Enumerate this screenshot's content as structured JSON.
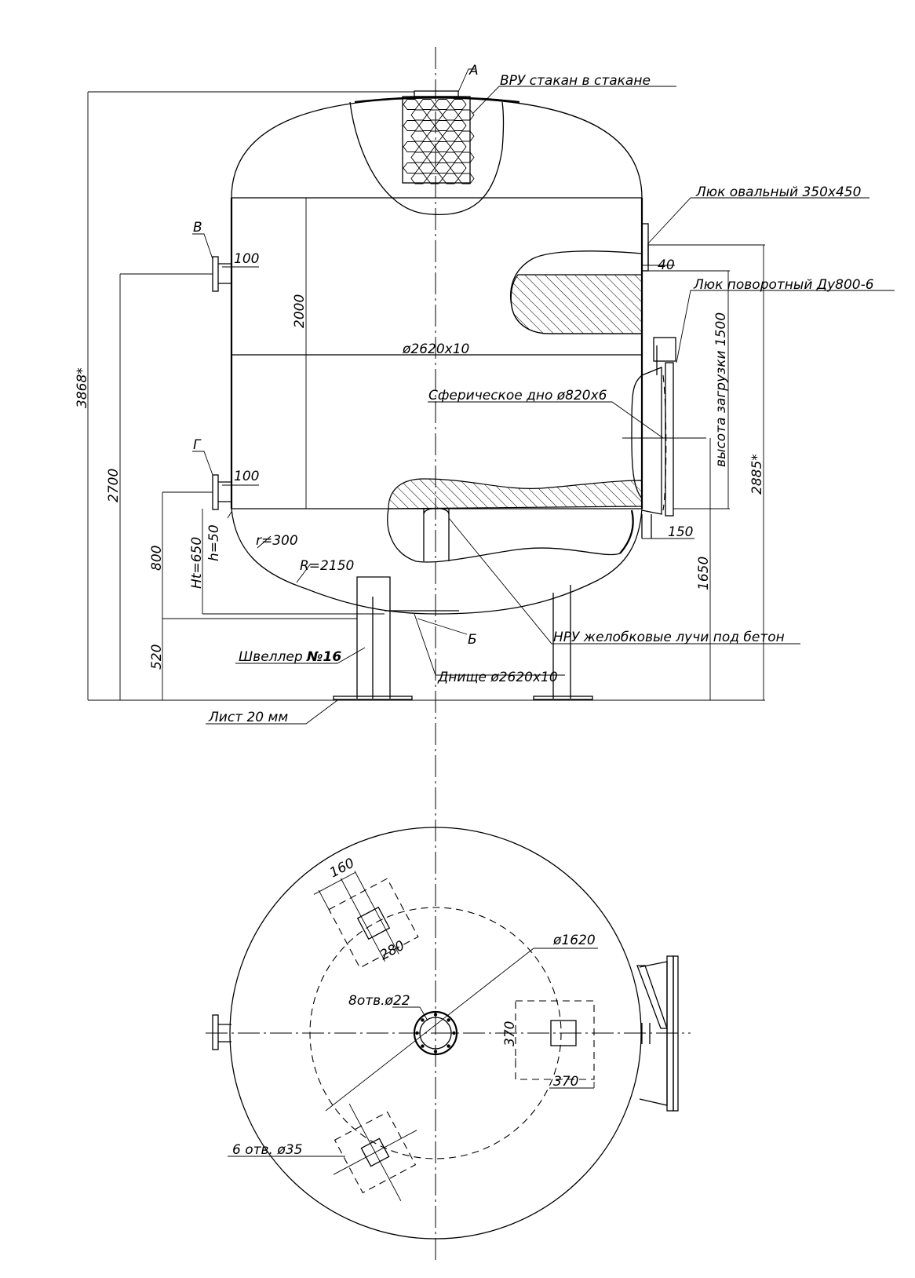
{
  "labels": {
    "a": "А",
    "b_small": "Б",
    "v": "В",
    "g": "Г",
    "vru": "ВРУ стакан в стакане",
    "manhole_oval": "Люк овальный 350х450",
    "manhole_rot": "Люк поворотный Ду800-6",
    "sphere": "Сферическое дно ø820х6",
    "nru": "НРУ желобковые лучи под бетон",
    "bottom": "Днище ø2620х10",
    "channel_prefix": "Швеллер ",
    "channel_no": "№16",
    "sheet": "Лист 20 мм",
    "load_height": "высота загрузки 1500"
  },
  "dimensions": {
    "d3868": "3868*",
    "d2700": "2700",
    "d2000": "2000",
    "d2620": "ø2620х10",
    "d100a": "100",
    "d100b": "100",
    "d40": "40",
    "d150": "150",
    "d2885": "2885*",
    "d1650": "1650",
    "d800": "800",
    "d520": "520",
    "ht650": "Ht=650",
    "h50": "h=50",
    "r300": "r=300",
    "R2150": "R=2150"
  },
  "plan": {
    "d1620": "ø1620",
    "holes8": "8отв.ø22",
    "holes6": "6 отв. ø35",
    "d160": "160",
    "d280": "280",
    "d370v": "370",
    "d370h": "370"
  }
}
